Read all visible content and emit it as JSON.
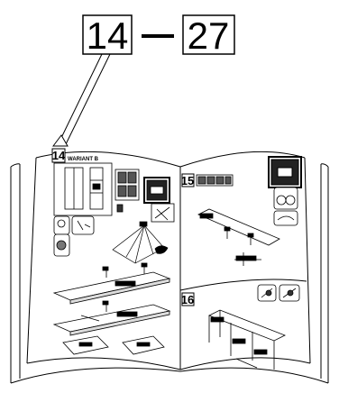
{
  "header": {
    "range_start": "14",
    "dash": "—",
    "range_end": "27"
  },
  "booklet": {
    "left_page": {
      "step_number": "14",
      "variant_label": "WARIANT B"
    },
    "right_page": {
      "step_top_number": "15",
      "step_bottom_number": "16"
    }
  },
  "colors": {
    "ink": "#000000",
    "paper": "#ffffff",
    "grey": "#9a9a9a"
  }
}
